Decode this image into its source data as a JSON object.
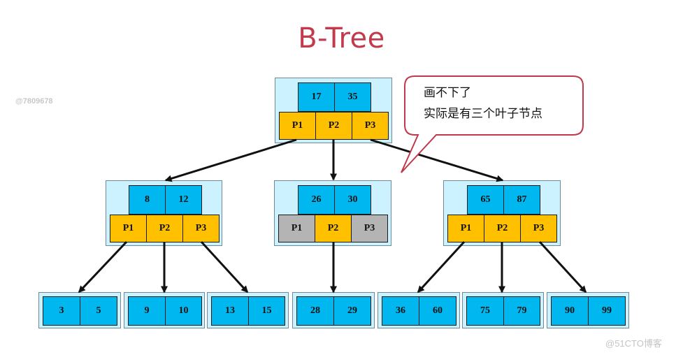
{
  "title": "B-Tree",
  "watermarks": {
    "left": "@7809678",
    "right": "@51CTO博客"
  },
  "callout": {
    "lines": [
      "画不下了",
      "实际是有三个叶子节点"
    ],
    "border_color": "#c0394b"
  },
  "colors": {
    "title": "#c33a4c",
    "key_cell": "#00b7f0",
    "pointer_cell": "#ffc000",
    "pointer_unused": "#b4b4b4",
    "node_panel": "#ccf2ff"
  },
  "tree": {
    "root": {
      "keys": [
        "17",
        "35"
      ],
      "pointers": [
        "P1",
        "P2",
        "P3"
      ]
    },
    "internal": [
      {
        "keys": [
          "8",
          "12"
        ],
        "pointers": [
          "P1",
          "P2",
          "P3"
        ]
      },
      {
        "keys": [
          "26",
          "30"
        ],
        "pointers": [
          "P1",
          "P2",
          "P3"
        ],
        "unused_pointers": [
          "P1",
          "P3"
        ]
      },
      {
        "keys": [
          "65",
          "87"
        ],
        "pointers": [
          "P1",
          "P2",
          "P3"
        ]
      }
    ],
    "leaves": [
      {
        "keys": [
          "3",
          "5"
        ]
      },
      {
        "keys": [
          "9",
          "10"
        ]
      },
      {
        "keys": [
          "13",
          "15"
        ]
      },
      {
        "keys": [
          "28",
          "29"
        ]
      },
      {
        "keys": [
          "36",
          "60"
        ]
      },
      {
        "keys": [
          "75",
          "79"
        ]
      },
      {
        "keys": [
          "90",
          "99"
        ]
      }
    ]
  }
}
